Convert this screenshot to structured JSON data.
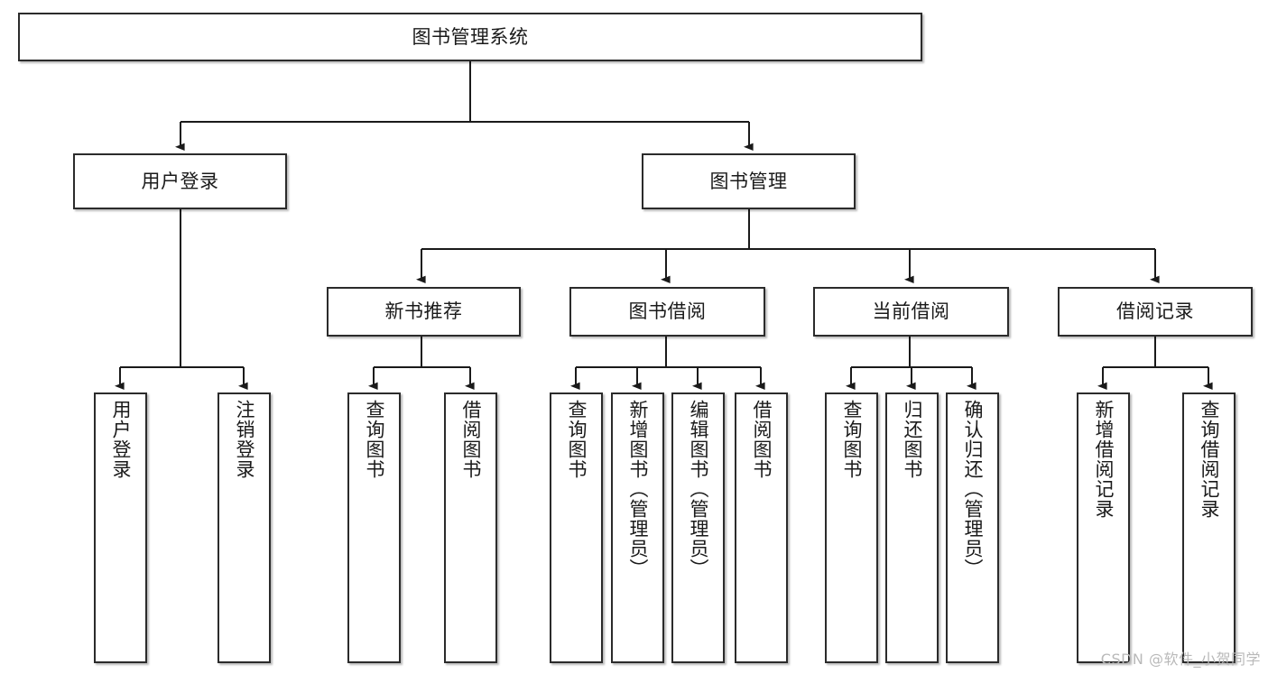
{
  "diagram": {
    "type": "tree",
    "title": "图书管理系统",
    "watermark": "CSDN @软件_小贺同学",
    "colors": {
      "box_border": "#2b2b2b",
      "box_fill": "#ffffff",
      "edge": "#1a1a1a",
      "text": "#1a1a1a",
      "watermark": "#b9b9b9"
    },
    "root": {
      "label": "图书管理系统"
    },
    "level2": [
      {
        "label": "用户登录"
      },
      {
        "label": "图书管理"
      }
    ],
    "level3": [
      {
        "label": "新书推荐"
      },
      {
        "label": "图书借阅"
      },
      {
        "label": "当前借阅"
      },
      {
        "label": "借阅记录"
      }
    ],
    "leaves": {
      "user_login": [
        {
          "label": "用户登录"
        },
        {
          "label": "注销登录"
        }
      ],
      "new_book_recommend": [
        {
          "label": "查询图书"
        },
        {
          "label": "借阅图书"
        }
      ],
      "book_borrow": [
        {
          "label": "查询图书"
        },
        {
          "label": "新增图书（管理员）"
        },
        {
          "label": "编辑图书（管理员）"
        },
        {
          "label": "借阅图书"
        }
      ],
      "current_borrow": [
        {
          "label": "查询图书"
        },
        {
          "label": "归还图书"
        },
        {
          "label": "确认归还（管理员）"
        }
      ],
      "borrow_record": [
        {
          "label": "新增借阅记录"
        },
        {
          "label": "查询借阅记录"
        }
      ]
    }
  }
}
